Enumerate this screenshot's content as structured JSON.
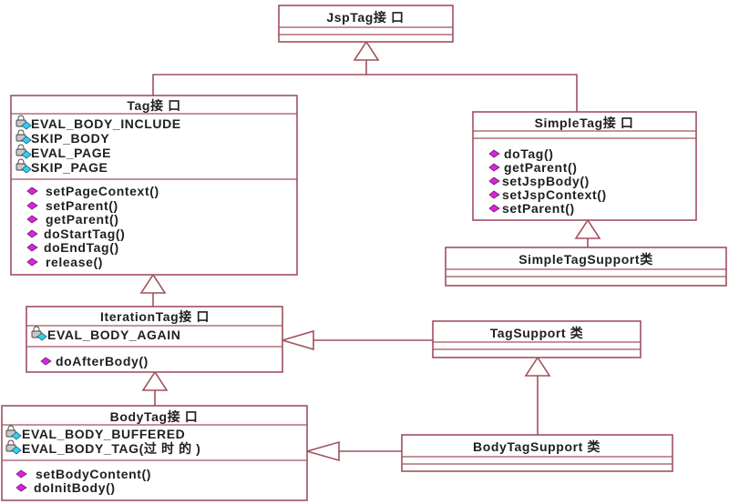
{
  "diagram": {
    "jsptag": {
      "title": "JspTag接 口"
    },
    "tag": {
      "title": "Tag接 口",
      "attributes": [
        "EVAL_BODY_INCLUDE",
        "SKIP_BODY",
        "EVAL_PAGE",
        "SKIP_PAGE"
      ],
      "methods": [
        "setPageContext()",
        "setParent()",
        "getParent()",
        "doStartTag()",
        "doEndTag()",
        "release()"
      ]
    },
    "simpletag": {
      "title": "SimpleTag接 口",
      "methods": [
        "doTag()",
        "getParent()",
        "setJspBody()",
        "setJspContext()",
        "setParent()"
      ]
    },
    "simpletagsupport": {
      "title": "SimpleTagSupport类"
    },
    "iterationtag": {
      "title": "IterationTag接 口",
      "attributes": [
        "EVAL_BODY_AGAIN"
      ],
      "methods": [
        "doAfterBody()"
      ]
    },
    "tagsupport": {
      "title": "TagSupport 类"
    },
    "bodytag": {
      "title": "BodyTag接 口",
      "attributes": [
        "EVAL_BODY_BUFFERED",
        "EVAL_BODY_TAG(过 时 的 )"
      ],
      "methods": [
        "setBodyContent()",
        "doInitBody()"
      ]
    },
    "bodytagsupport": {
      "title": "BodyTagSupport 类"
    },
    "colors": {
      "border": "#a0505f",
      "method_icon": "#e020e0",
      "attribute_icon": "#30d0f0"
    }
  }
}
